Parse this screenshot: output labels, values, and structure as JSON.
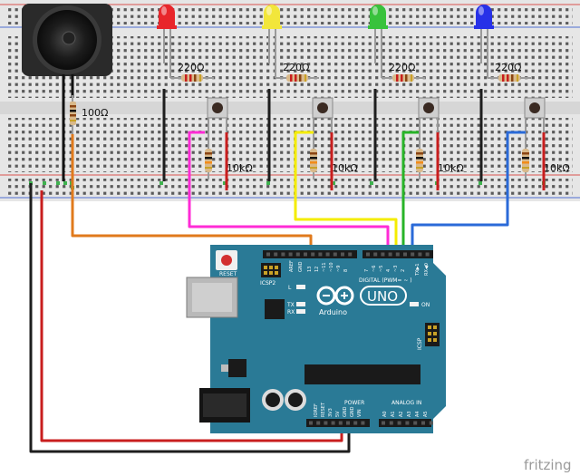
{
  "speaker": {
    "resistor_label": "100Ω"
  },
  "channels": [
    {
      "led_color": "#e8262b",
      "led_resistor_label": "220Ω",
      "pulldown_label": "10kΩ",
      "wire_color": "#ff2bd6"
    },
    {
      "led_color": "#f2e63b",
      "led_resistor_label": "220Ω",
      "pulldown_label": "10kΩ",
      "wire_color": "#f4ec00"
    },
    {
      "led_color": "#38c23c",
      "led_resistor_label": "220Ω",
      "pulldown_label": "10kΩ",
      "wire_color": "#28b428"
    },
    {
      "led_color": "#2731e8",
      "led_resistor_label": "220Ω",
      "pulldown_label": "10kΩ",
      "wire_color": "#2a6ad8"
    }
  ],
  "colors": {
    "breadboard": "#e6e6e6",
    "board": "#2a7a96",
    "speaker_wire": "#e07a1c",
    "ground_wire": "#1e1e1e",
    "power_wire": "#c81e1e"
  },
  "arduino": {
    "reset_label": "RESET",
    "aref_label": "AREF",
    "gnd_label": "GND",
    "pin_13": "13",
    "pin_12": "12",
    "pin_11": "~11",
    "pin_10": "~10",
    "pin_9": "~9",
    "pin_8": "8",
    "pin_7": "7",
    "pin_6": "~6",
    "pin_5": "~5",
    "pin_4": "4",
    "pin_3": "~3",
    "pin_2": "2",
    "pin_tx": "TX▶1",
    "pin_rx": "RX◀0",
    "digital_label": "DIGITAL (PWM= ~ )",
    "icsp2_label": "ICSP2",
    "icsp_label": "ICSP",
    "l_label": "L",
    "tx_label": "TX",
    "rx_label": "RX",
    "on_label": "ON",
    "uno_label": "UNO",
    "brand_label": "Arduino",
    "power_label": "POWER",
    "analog_label": "ANALOG IN",
    "ioref_label": "IOREF",
    "reset_pin_label": "RESET",
    "v33_label": "3V3",
    "v5_label": "5V",
    "gnd1_label": "GND",
    "gnd2_label": "GND",
    "vin_label": "VIN",
    "a0": "A0",
    "a1": "A1",
    "a2": "A2",
    "a3": "A3",
    "a4": "A4",
    "a5": "A5"
  },
  "watermark": "fritzing"
}
